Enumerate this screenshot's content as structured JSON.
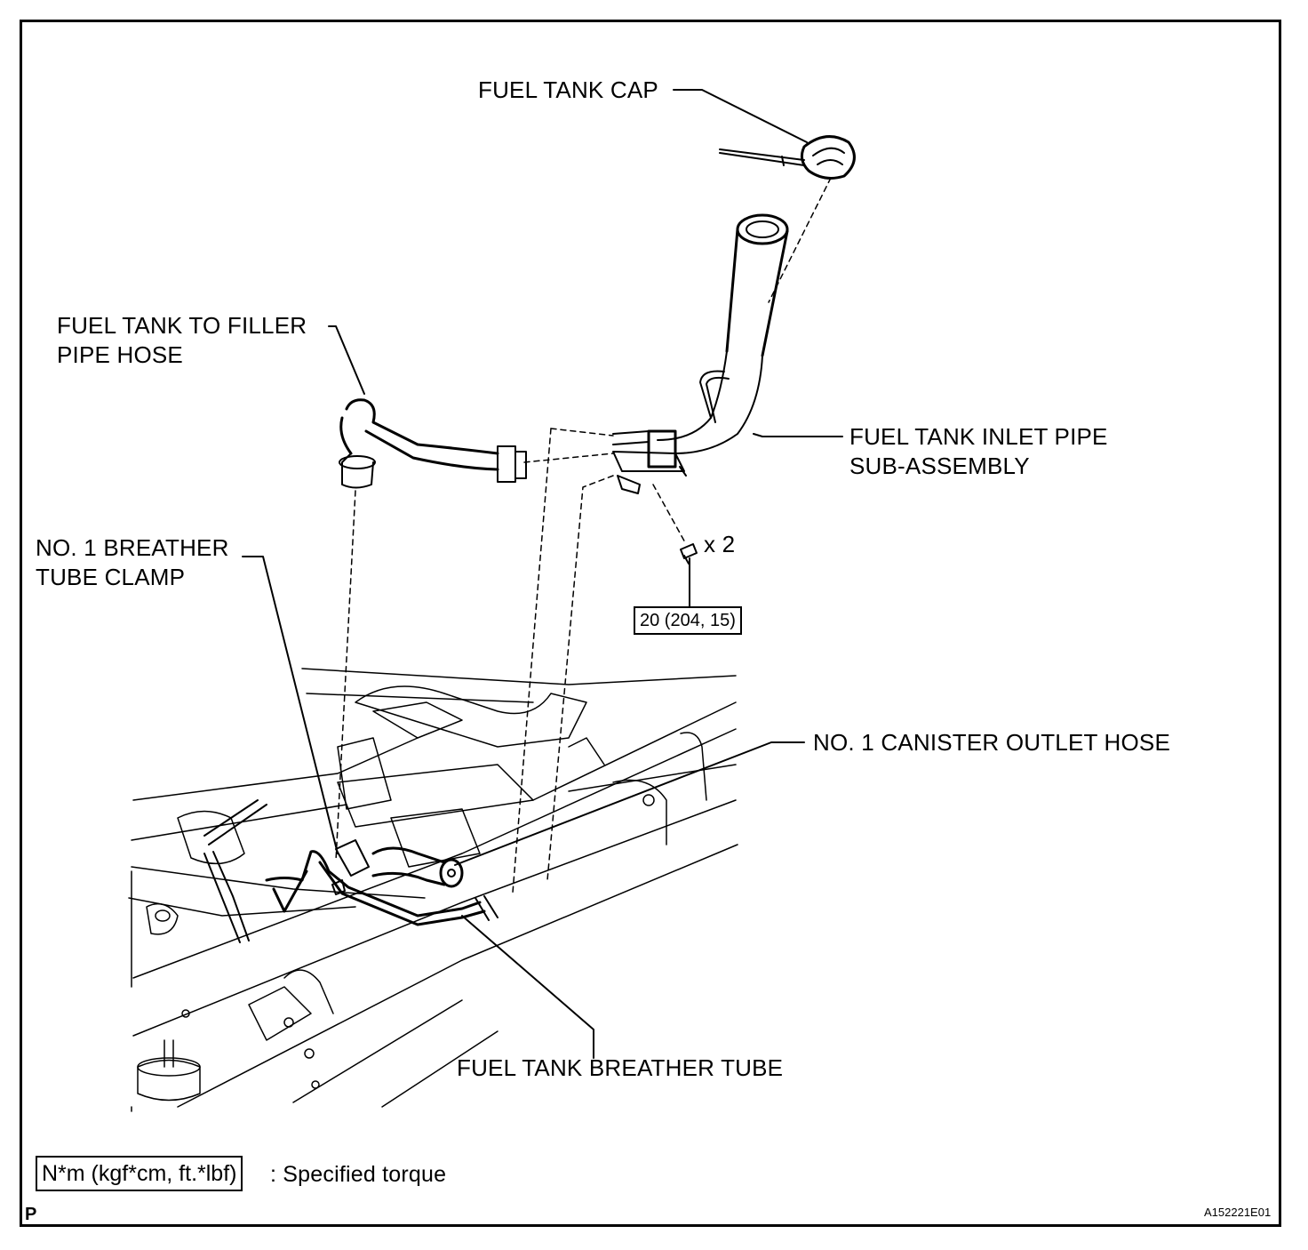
{
  "labels": {
    "fuel_tank_cap": "FUEL TANK CAP",
    "filler_pipe_hose_line1": "FUEL TANK TO FILLER",
    "filler_pipe_hose_line2": "PIPE HOSE",
    "inlet_pipe_line1": "FUEL TANK INLET PIPE",
    "inlet_pipe_line2": "SUB-ASSEMBLY",
    "breather_clamp_line1": "NO. 1 BREATHER",
    "breather_clamp_line2": "TUBE CLAMP",
    "canister_outlet_hose": "NO. 1 CANISTER OUTLET HOSE",
    "breather_tube": "FUEL TANK BREATHER TUBE",
    "bolt_qty": "x 2"
  },
  "torque": {
    "value": "20 (204, 15)"
  },
  "legend": {
    "unit_box": "N*m (kgf*cm, ft.*lbf)",
    "description": ": Specified torque"
  },
  "footer": {
    "view_mark": "P",
    "figure_code": "A152221E01"
  }
}
